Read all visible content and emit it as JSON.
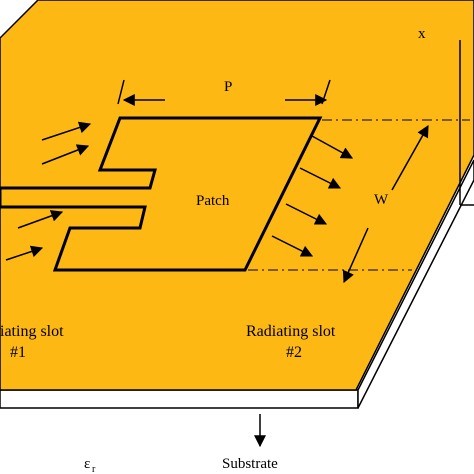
{
  "diagram": {
    "labels": {
      "x_axis": "x",
      "patch_length": "P",
      "patch_width": "W",
      "patch": "Patch",
      "radiating_slot_1": "iating slot",
      "radiating_slot_1_number": "#1",
      "radiating_slot_2": "Radiating slot",
      "radiating_slot_2_number": "#2",
      "permittivity_symbol": "ε",
      "permittivity_subscript": "r",
      "substrate": "Substrate"
    },
    "colors": {
      "conductor": "#FDB813",
      "outline": "#000000",
      "background": "#FFFFFF"
    }
  }
}
